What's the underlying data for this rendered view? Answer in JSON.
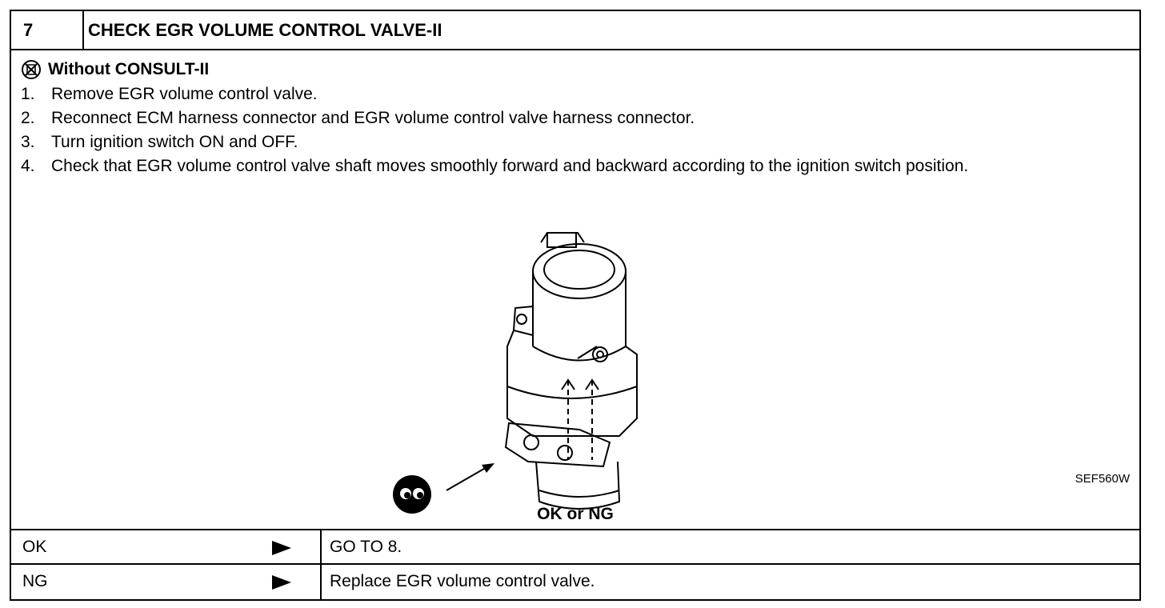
{
  "header": {
    "step_number": "7",
    "title": "CHECK EGR VOLUME CONTROL VALVE-II"
  },
  "mode": {
    "icon": "no-consult-icon",
    "label": "Without CONSULT-II"
  },
  "steps": [
    {
      "num": "1.",
      "text": "Remove EGR volume control valve."
    },
    {
      "num": "2.",
      "text": "Reconnect ECM harness connector and EGR volume control valve harness connector."
    },
    {
      "num": "3.",
      "text": "Turn ignition switch ON and OFF."
    },
    {
      "num": "4.",
      "text": "Check that EGR volume control valve shaft moves smoothly forward and backward according to the ignition switch position."
    }
  ],
  "figure": {
    "code": "SEF560W",
    "icon": "inspect-eyes-icon"
  },
  "result_prompt": "OK or NG",
  "results": [
    {
      "result": "OK",
      "action": "GO TO 8."
    },
    {
      "result": "NG",
      "action": "Replace EGR volume control valve."
    }
  ]
}
